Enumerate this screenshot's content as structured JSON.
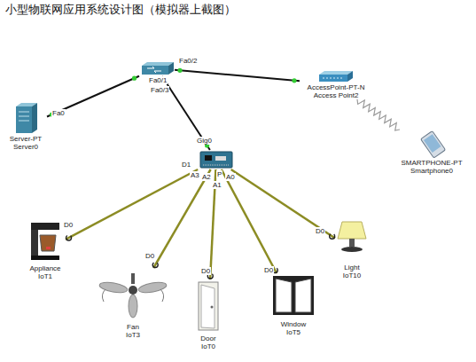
{
  "diagram": {
    "title": "小型物联网应用系统设计图（模拟器上截图）",
    "nodes": [
      {
        "text": []
      },
      {
        "text": [
          "AccessPoint-PT-N Access Point2"
        ]
      },
      {
        "text": [
          "Server-PT Server0"
        ]
      },
      {
        "text": [
          "SMARTPHONE-PT Smartphone0"
        ]
      },
      {
        "text": []
      },
      {
        "text": [
          "Appliance IoT1"
        ]
      },
      {
        "text": [
          "Light IoT10"
        ]
      },
      {
        "text": [
          "Fan IoT3"
        ]
      },
      {
        "text": [
          "Door IoT0"
        ]
      },
      {
        "text": [
          "Window IoT5"
        ]
      }
    ],
    "edges": [
      {
        "from": 0,
        "to": 2,
        "arrow": "none"
      },
      {
        "from": 0,
        "to": 1,
        "arrow": "none"
      },
      {
        "from": 0,
        "to": 4,
        "arrow": "none"
      },
      {
        "from": 1,
        "to": 3,
        "arrow": "none"
      },
      {
        "from": 4,
        "to": 5,
        "arrow": "none"
      },
      {
        "from": 4,
        "to": 7,
        "arrow": "none"
      },
      {
        "from": 4,
        "to": 8,
        "arrow": "none"
      },
      {
        "from": 4,
        "to": 9,
        "arrow": "none"
      },
      {
        "from": 4,
        "to": 6,
        "arrow": "none"
      }
    ],
    "labels": [
      "Fa0/2",
      "Fa0/1",
      "Fa0/3",
      "Fa0",
      "Gig0",
      "D1",
      "A3",
      "A2",
      "P",
      "A1",
      "A0",
      "D0",
      "D0",
      "D0",
      "D0",
      "D0"
    ]
  }
}
